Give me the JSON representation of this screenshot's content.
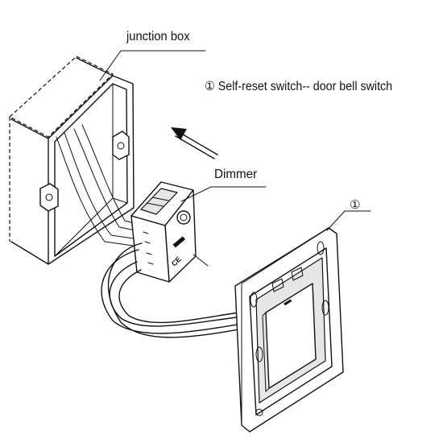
{
  "labels": {
    "junction_box": "junction box",
    "dimmer": "Dimmer",
    "callout_marker": "①",
    "legend": "① Self-reset switch-- door bell switch"
  },
  "colors": {
    "line": "#111111",
    "background": "#ffffff"
  }
}
